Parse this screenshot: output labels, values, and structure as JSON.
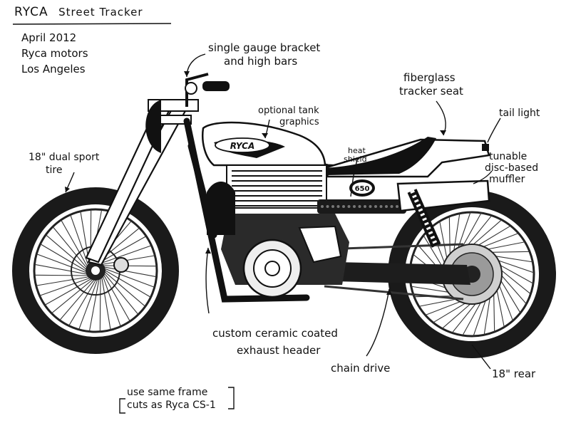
{
  "header": {
    "title_main": "RYCA",
    "title_sub": "Street Tracker",
    "date": "April 2012",
    "company": "Ryca motors",
    "city": "Los Angeles"
  },
  "annotations": {
    "gauge_bracket": [
      "single gauge bracket",
      "and high bars"
    ],
    "tank_graphics": [
      "optional tank",
      "graphics"
    ],
    "seat": [
      "fiberglass",
      "tracker seat"
    ],
    "tail_light": "tail light",
    "heat_shield": [
      "heat",
      "shield"
    ],
    "muffler": [
      "tunable",
      "disc-based",
      "muffler"
    ],
    "front_tire": [
      "18\" dual sport",
      "tire"
    ],
    "exhaust": [
      "custom ceramic coated",
      "exhaust header"
    ],
    "chain_drive": "chain drive",
    "rear_tire": "18\" rear",
    "frame_note": [
      "use same frame",
      "cuts as Ryca CS-1"
    ]
  },
  "badges": {
    "tank_logo": "RYCA",
    "side_cover": "650"
  }
}
